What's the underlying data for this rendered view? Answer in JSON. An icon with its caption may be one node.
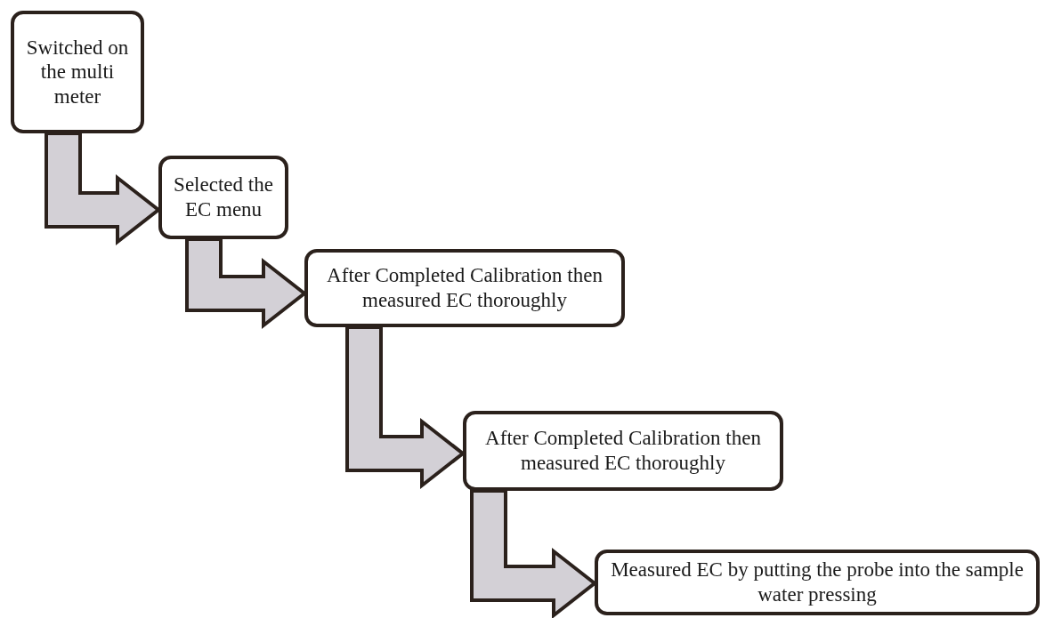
{
  "diagram": {
    "nodes": [
      {
        "text": [
          "Switched on the multi meter"
        ]
      },
      {
        "text": [
          "Selected the EC menu"
        ]
      },
      {
        "text": [
          "After Completed Calibration then measured EC thoroughly"
        ]
      },
      {
        "text": [
          "After Completed Calibration then measured EC thoroughly"
        ]
      },
      {
        "text": [
          "Measured EC by putting the probe into the sample water pressing"
        ]
      }
    ],
    "edges": [
      {
        "from": 0,
        "to": 1,
        "arrow": "to"
      },
      {
        "from": 1,
        "to": 2,
        "arrow": "to"
      },
      {
        "from": 2,
        "to": 3,
        "arrow": "to"
      },
      {
        "from": 3,
        "to": 4,
        "arrow": "to"
      }
    ]
  }
}
